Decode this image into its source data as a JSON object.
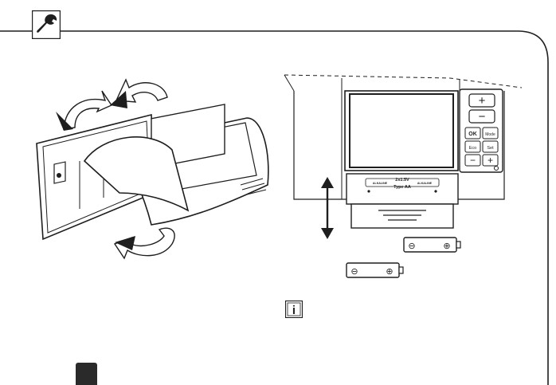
{
  "device": {
    "plus_symbol": "+",
    "minus_symbol": "−",
    "ok_label": "OK",
    "mode_label": "Mode",
    "eco_label": "Eco",
    "set_label": "Set"
  },
  "battery_compartment": {
    "spec_line1": "2x1.5V",
    "spec_line2": "Type AA",
    "alkaline_left": "ALKALINE",
    "alkaline_right": "ALKALINE"
  },
  "battery": {
    "minus_symbol": "⊖",
    "plus_symbol": "⊕"
  },
  "info": {
    "glyph": "i"
  },
  "colors": {
    "ink": "#1e1e1e",
    "footer_tab": "#2a2a2a"
  }
}
